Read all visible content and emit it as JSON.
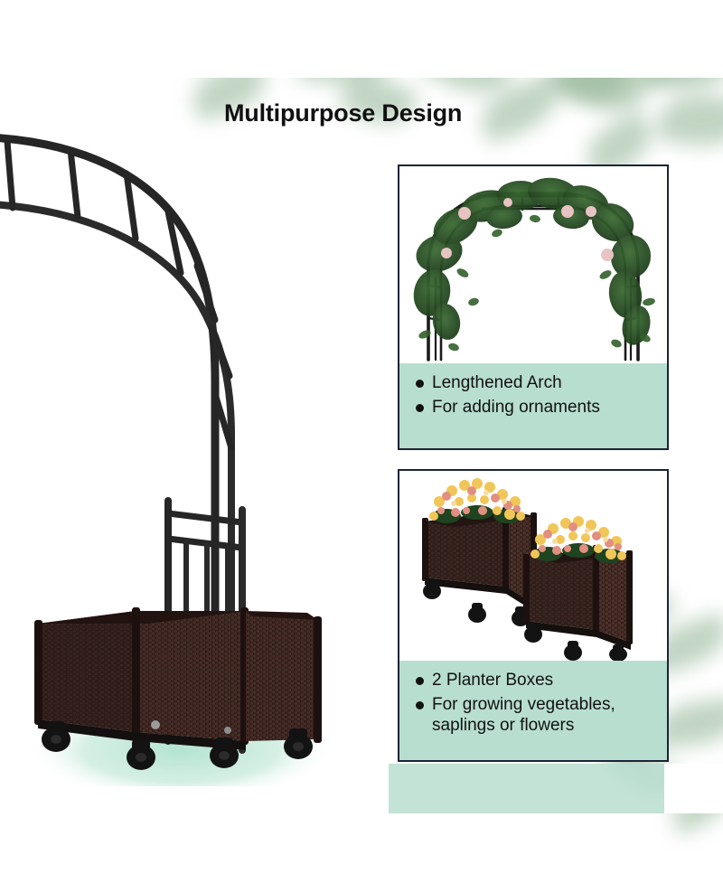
{
  "header": {
    "title": "Multipurpose Design"
  },
  "colors": {
    "mint_caption": "#b8ded0",
    "panel_border": "#1b2437",
    "frame_metal": "#262626",
    "rattan_brown": "#3a2420",
    "foliage_green": "#8fb292",
    "flower_yellow": "#f2c85b",
    "flower_pink": "#e79a8e",
    "rose_pink": "#e6c2c2",
    "vine_green": "#2f5b2f",
    "ground_shadow": "#bfe5d5",
    "title_text": "#111111"
  },
  "hero": {
    "name": "garden-arch-with-planter-boxes",
    "description": "Black metal arch trellis frame curving from upper left down into two dark brown rattan planter boxes on casters",
    "ground_shadow": "mint-ellipse"
  },
  "panels": [
    {
      "id": "arch",
      "photo_name": "arch-with-climbing-plants-photo",
      "photo_alt": "Black metal garden arch covered with green climbing vines and pale pink roses",
      "captions": [
        "Lengthened Arch",
        "For adding ornaments"
      ]
    },
    {
      "id": "planter-boxes",
      "photo_name": "two-planter-boxes-photo",
      "photo_alt": "Two dark brown rattan planter boxes on casters filled with yellow and pink flowers",
      "captions": [
        "2 Planter Boxes",
        "For growing vegetables, saplings or flowers"
      ]
    }
  ]
}
